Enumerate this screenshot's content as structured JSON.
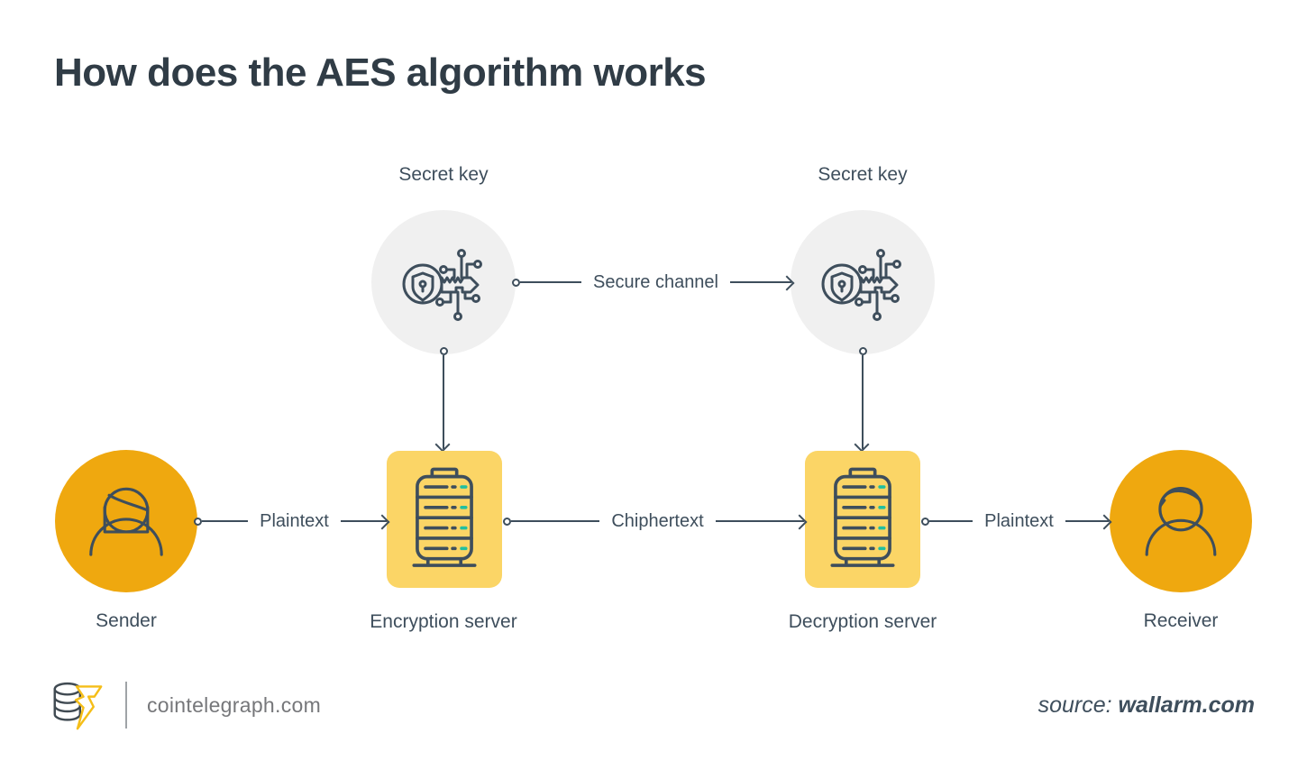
{
  "title": "How does the AES algorithm works",
  "diagram": {
    "secret_key_left": "Secret key",
    "secret_key_right": "Secret key",
    "secure_channel": "Secure channel",
    "plaintext_left": "Plaintext",
    "ciphertext": "Chiphertext",
    "plaintext_right": "Plaintext",
    "sender": "Sender",
    "encryption_server": "Encryption server",
    "decryption_server": "Decryption server",
    "receiver": "Receiver"
  },
  "footer": {
    "brand": "cointelegraph.com",
    "source_prefix": "source:",
    "source_name": "wallarm.com"
  },
  "colors": {
    "ink": "#3E4E5C",
    "accent_orange": "#EFA80F",
    "panel_yellow": "#FBD566",
    "circle_gray": "#F0F0F0",
    "teal_accent": "#20BFA0",
    "brand_gray": "#76777A",
    "logo_yellow": "#F5BE18"
  }
}
